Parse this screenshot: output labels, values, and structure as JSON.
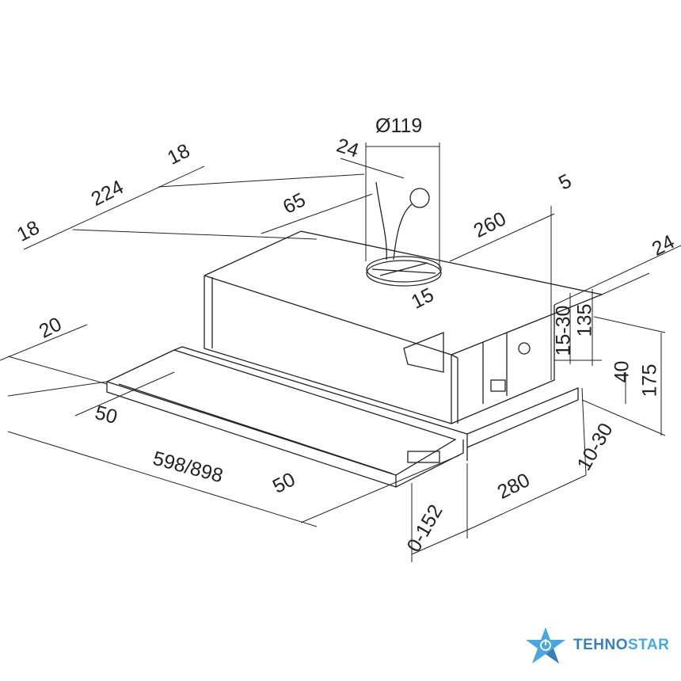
{
  "dimensions": {
    "duct_diameter": "Ø119",
    "duct_offset": "24",
    "top_18_right": "18",
    "depth_224": "224",
    "top_18_left": "18",
    "offset_65": "65",
    "depth_260": "260",
    "offset_5": "5",
    "side_24": "24",
    "offset_15": "15",
    "height_15_30": "15-30",
    "height_135": "135",
    "height_40": "40",
    "height_175": "175",
    "range_10_30": "10-30",
    "depth_280": "280",
    "extension_0_152": "0-152",
    "front_50_right": "50",
    "width_598_898": "598/898",
    "front_50_left": "50",
    "side_20": "20"
  },
  "logo": {
    "part1": "TEHNO",
    "part2": "STAR",
    "color1": "#3b7fb6",
    "color2": "#4ba6de"
  }
}
